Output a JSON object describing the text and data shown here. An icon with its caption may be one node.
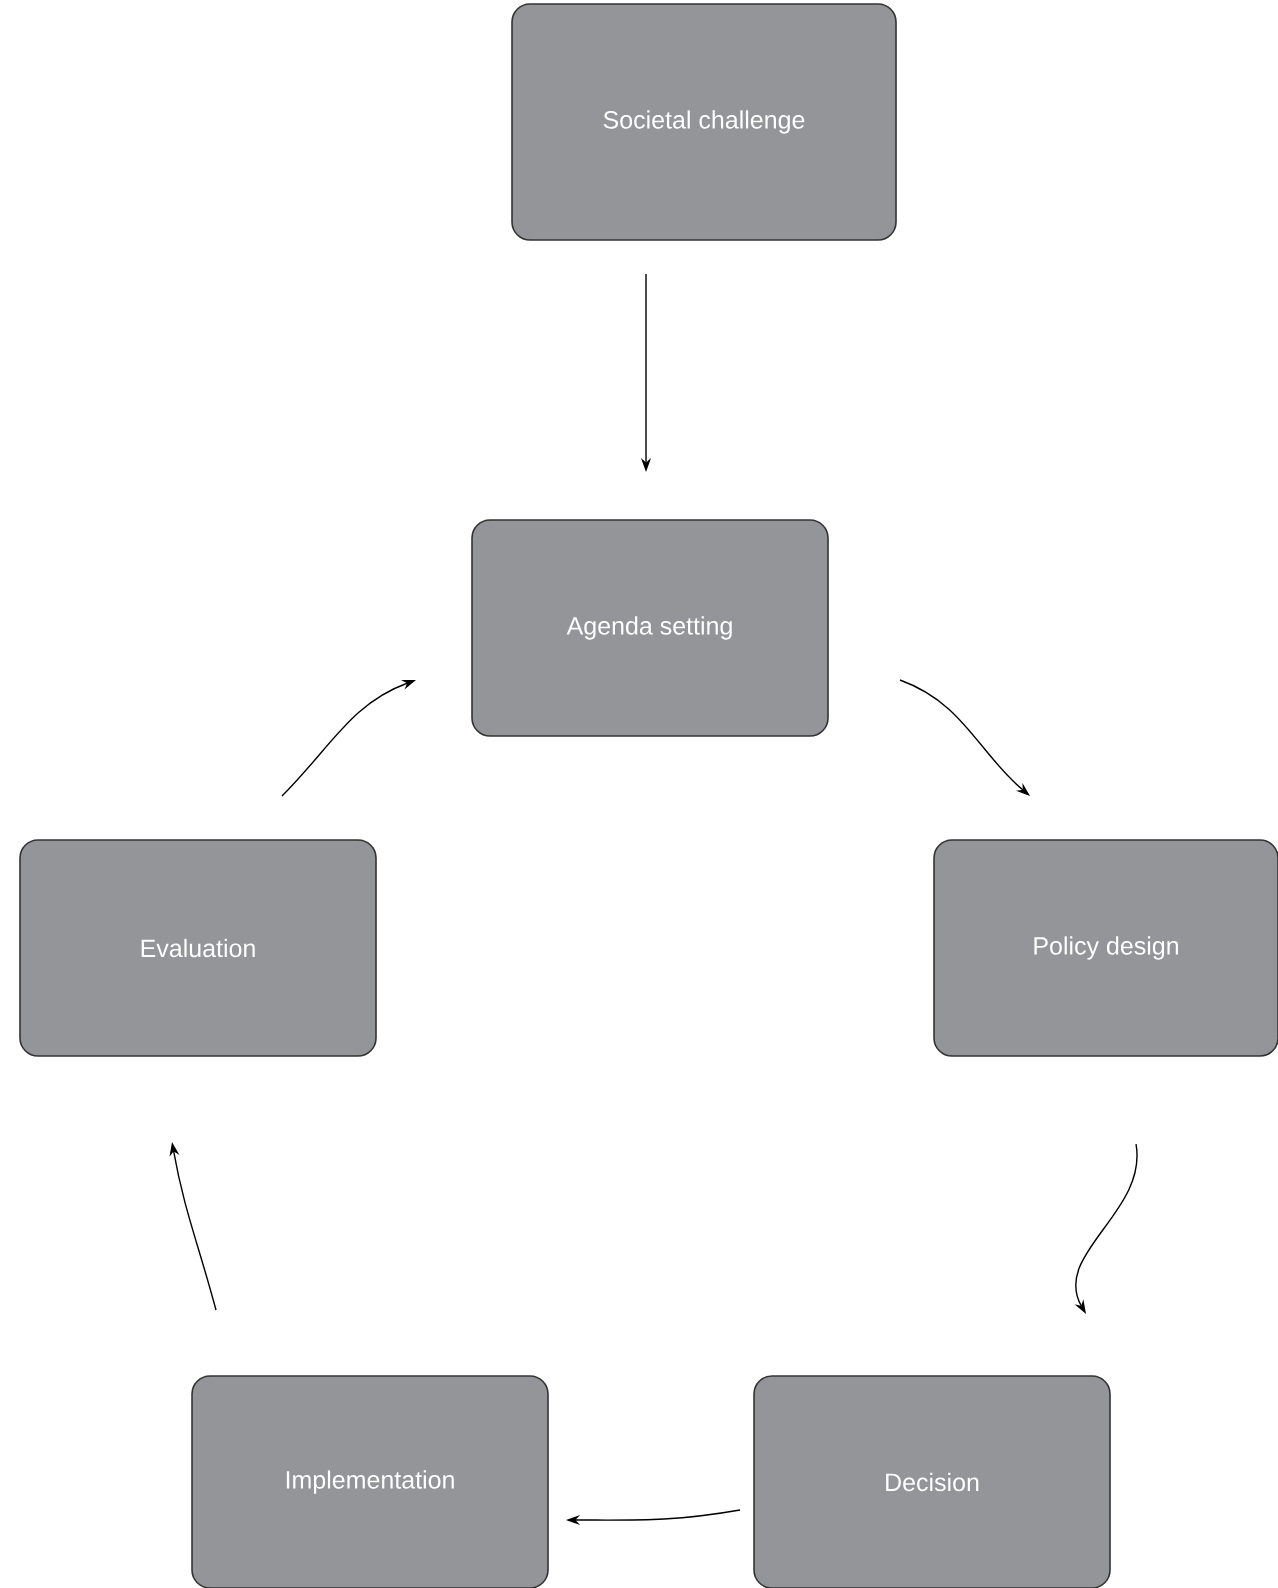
{
  "diagram": {
    "nodes": [
      {
        "text": [
          "Societal challenge"
        ]
      },
      {
        "text": [
          "Agenda setting"
        ]
      },
      {
        "text": [
          "Policy design"
        ]
      },
      {
        "text": [
          "Decision"
        ]
      },
      {
        "text": [
          "Implementation"
        ]
      },
      {
        "text": [
          "Evaluation"
        ]
      }
    ],
    "edges": [
      {
        "from": 0,
        "to": 1,
        "arrow": "to"
      },
      {
        "from": 1,
        "to": 2,
        "arrow": "to"
      },
      {
        "from": 2,
        "to": 3,
        "arrow": "to"
      },
      {
        "from": 3,
        "to": 4,
        "arrow": "to"
      },
      {
        "from": 4,
        "to": 5,
        "arrow": "to"
      },
      {
        "from": 5,
        "to": 1,
        "arrow": "to"
      }
    ]
  }
}
